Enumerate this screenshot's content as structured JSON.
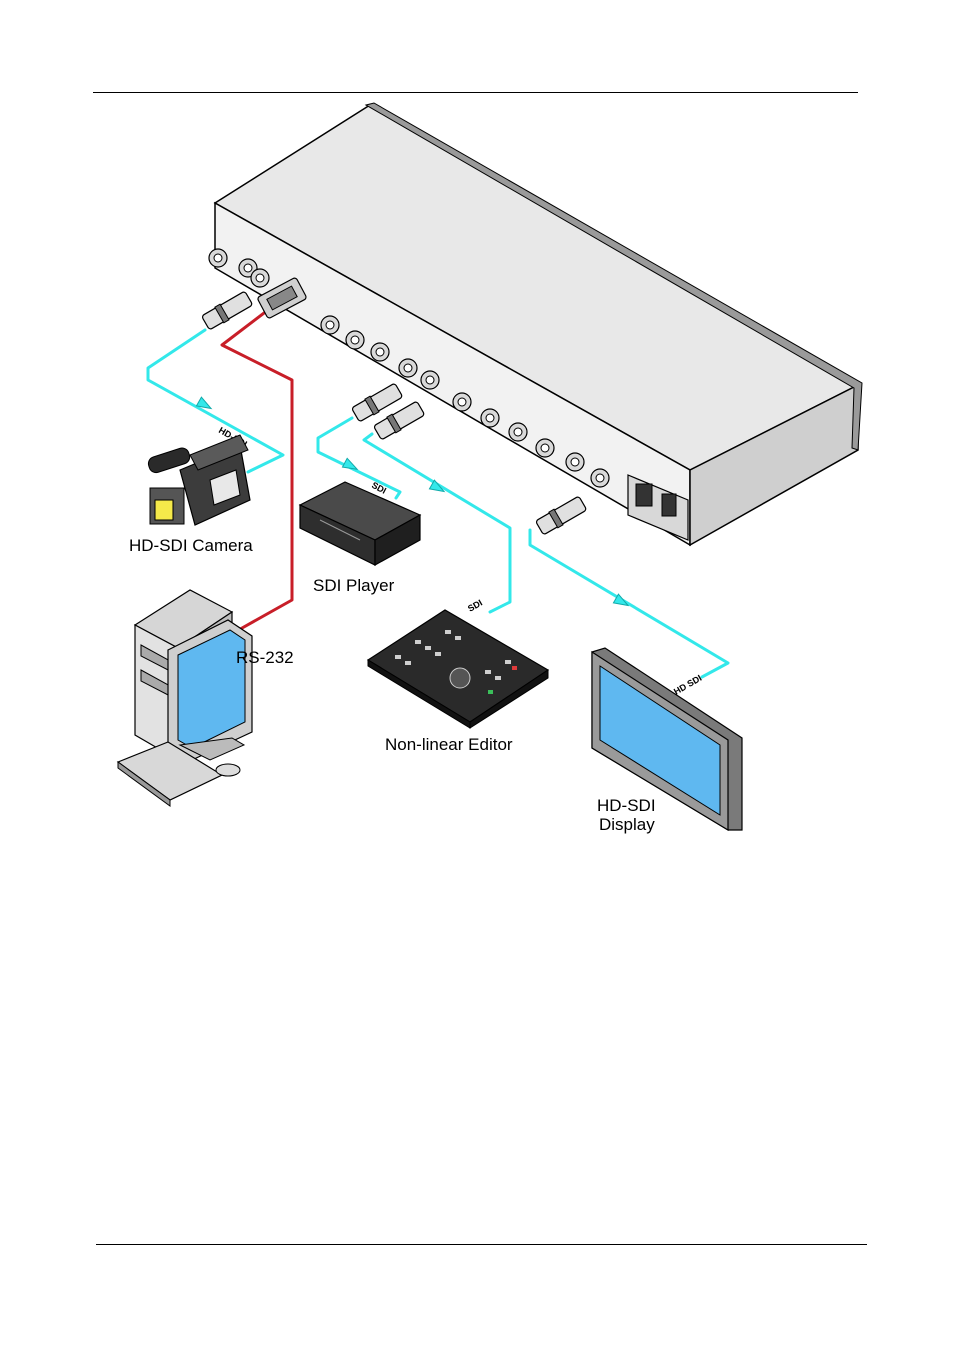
{
  "labels": {
    "camera": "HD-SDI Camera",
    "player": "SDI Player",
    "rs232": "RS-232",
    "editor": "Non-linear Editor",
    "display_line1": "HD-SDI",
    "display_line2": "Display"
  },
  "cable_labels": {
    "camera_cable": "HD-SDI",
    "player_cable": "SDI",
    "editor_cable": "SDI",
    "display_cable": "HD SDI"
  },
  "colors": {
    "sdi_cable": "#33e8ea",
    "rs232_cable": "#c81e28",
    "device_body": "#e3e3e3",
    "outline": "#000000"
  }
}
